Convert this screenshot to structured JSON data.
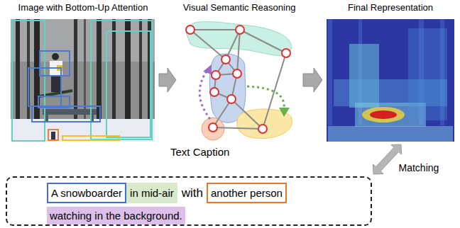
{
  "diagram": {
    "nodes": [
      {
        "text": [
          "Image with Bottom-Up Attention"
        ]
      },
      {
        "text": [
          "Visual Semantic Reasoning"
        ]
      },
      {
        "text": [
          "Final Representation"
        ]
      },
      {
        "text": [
          "Text Caption"
        ]
      },
      {
        "text": [
          "A snowboarder"
        ],
        "in": 3
      },
      {
        "text": [
          "in mid-air"
        ],
        "in": 3
      },
      {
        "text": [
          "another person"
        ],
        "in": 3
      },
      {
        "text": [
          "watching in the background."
        ],
        "in": 3
      }
    ],
    "edges": [
      {
        "from": 0,
        "to": 1,
        "arrow": "to"
      },
      {
        "from": 1,
        "to": 2,
        "arrow": "to"
      },
      {
        "from": 2,
        "to": 3,
        "label": "Matching",
        "arrow": "both"
      }
    ],
    "labels": [
      "with"
    ]
  }
}
